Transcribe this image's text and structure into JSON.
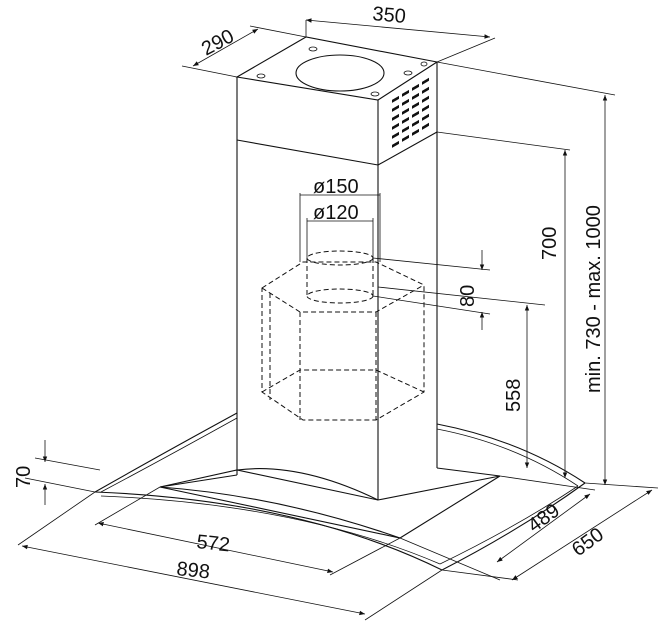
{
  "dimensions": {
    "top_depth": "290",
    "top_width": "350",
    "duct_outer": "ø150",
    "duct_inner": "ø120",
    "flange_height": "80",
    "chimney_lower": "700",
    "total_height": "min. 730 - max. 1000",
    "glass_height": "558",
    "canopy_thickness": "70",
    "glass_width": "572",
    "overall_width": "898",
    "glass_depth": "489",
    "overall_depth": "650"
  },
  "colors": {
    "stroke": "#111111",
    "background": "#ffffff"
  }
}
